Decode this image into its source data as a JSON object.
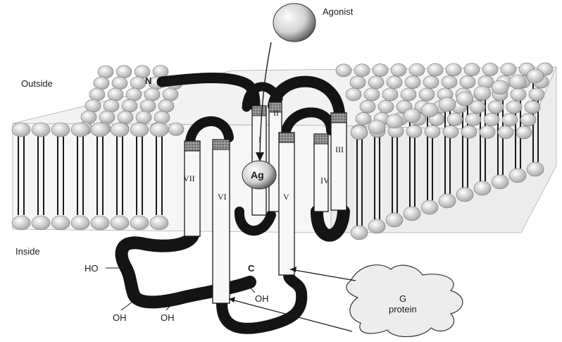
{
  "labels": {
    "agonist": "Agonist",
    "outside": "Outside",
    "inside": "Inside",
    "n_terminus": "N",
    "c_terminus": "C",
    "ligand": "Ag",
    "g_protein_line1": "G",
    "g_protein_line2": "protein",
    "ho": "HO",
    "oh_1": "OH",
    "oh_2": "OH",
    "oh_3": "OH"
  },
  "helices": [
    "I",
    "II",
    "III",
    "IV",
    "V",
    "VI",
    "VII"
  ],
  "colors": {
    "background": "#ffffff",
    "ink": "#1a1a1a",
    "lipid_head": "#d9d9d9",
    "helix_body": "#f7f7f7"
  }
}
